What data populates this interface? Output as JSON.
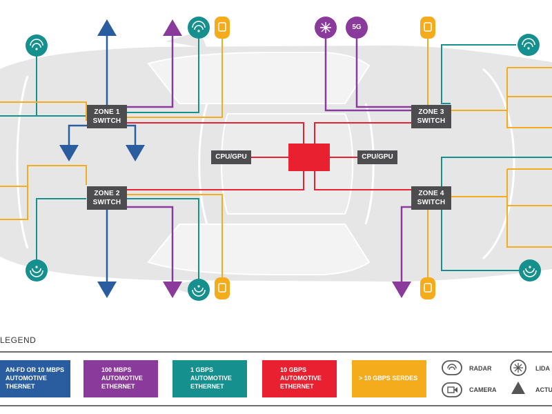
{
  "zones": [
    {
      "line1": "ZONE 1",
      "line2": "SWITCH"
    },
    {
      "line1": "ZONE 2",
      "line2": "SWITCH"
    },
    {
      "line1": "ZONE 3",
      "line2": "SWITCH"
    },
    {
      "line1": "ZONE 4",
      "line2": "SWITCH"
    }
  ],
  "cpu_left": "CPU/GPU",
  "cpu_right": "CPU/GPU",
  "fiveg_label": "5G",
  "legend": {
    "title": "LEGEND",
    "items": [
      {
        "lines": [
          "AN-FD OR 10 MBPS",
          "AUTOMOTIVE",
          "THERNET"
        ],
        "color": "#2a5d9f"
      },
      {
        "lines": [
          "100 MBPS",
          "AUTOMOTIVE",
          "ETHERNET"
        ],
        "color": "#8a3a9a"
      },
      {
        "lines": [
          "1 GBPS",
          "AUTOMOTIVE",
          "ETHERNET"
        ],
        "color": "#15908f"
      },
      {
        "lines": [
          "10 GBPS",
          "AUTOMOTIVE",
          "ETHERNET"
        ],
        "color": "#e8202f"
      },
      {
        "lines": [
          "> 10 GBPS SERDES"
        ],
        "color": "#f5ac1c"
      }
    ],
    "symbols": {
      "radar": "RADAR",
      "camera": "CAMERA",
      "lidar": "LIDA",
      "actuator": "ACTU"
    }
  },
  "colors": {
    "blue": "#2a5d9f",
    "purple": "#8a3a9a",
    "teal": "#15908f",
    "red": "#e8202f",
    "orange": "#f5ac1c",
    "switch": "#4d4d4f",
    "car": "#e6e6e6"
  }
}
